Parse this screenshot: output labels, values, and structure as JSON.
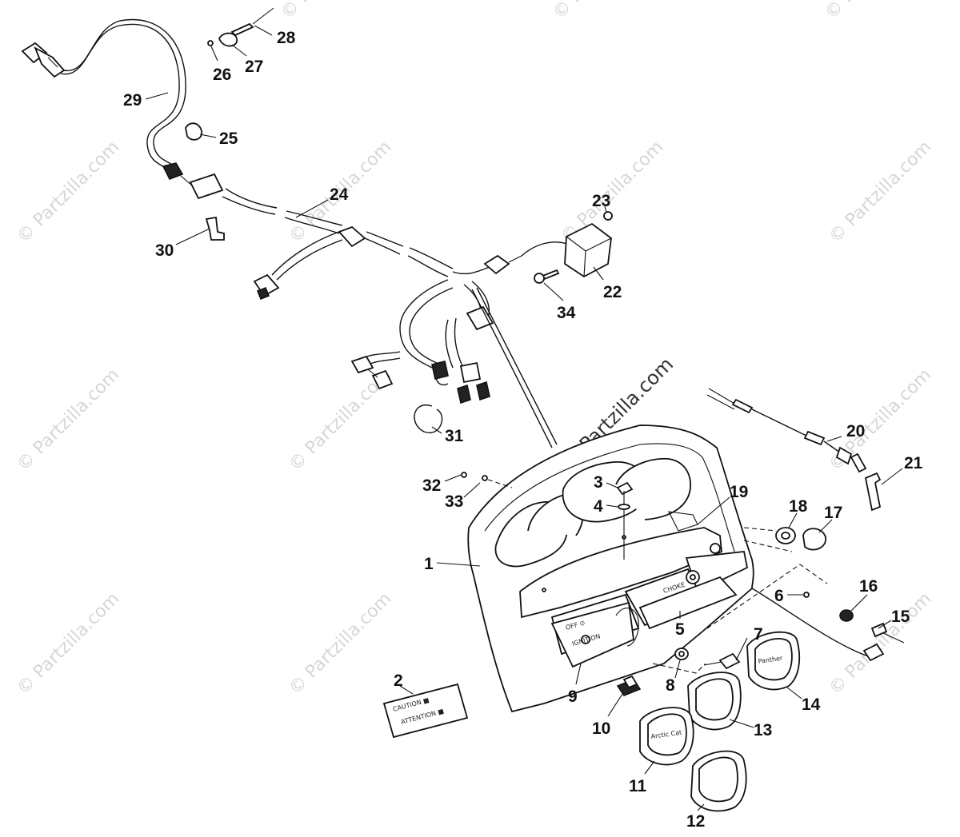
{
  "watermark": {
    "text": "© Partzilla.com",
    "main_text": "© Partzilla.com"
  },
  "decals": {
    "sticker_line1": "CAUTION ■",
    "sticker_line2": "ATTENTION ■",
    "panel_left_1": "OFF ⊙",
    "panel_left_2": "IGNITION",
    "panel_right": "CHOKE",
    "gauge_11": "Arctic Cat",
    "gauge_14": "Panther"
  },
  "callouts": [
    {
      "id": "c1",
      "label": "1"
    },
    {
      "id": "c2",
      "label": "2"
    },
    {
      "id": "c3",
      "label": "3"
    },
    {
      "id": "c4",
      "label": "4"
    },
    {
      "id": "c5",
      "label": "5"
    },
    {
      "id": "c6",
      "label": "6"
    },
    {
      "id": "c7",
      "label": "7"
    },
    {
      "id": "c8",
      "label": "8"
    },
    {
      "id": "c9",
      "label": "9"
    },
    {
      "id": "c10",
      "label": "10"
    },
    {
      "id": "c11",
      "label": "11"
    },
    {
      "id": "c12",
      "label": "12"
    },
    {
      "id": "c13",
      "label": "13"
    },
    {
      "id": "c14",
      "label": "14"
    },
    {
      "id": "c15",
      "label": "15"
    },
    {
      "id": "c16",
      "label": "16"
    },
    {
      "id": "c17",
      "label": "17"
    },
    {
      "id": "c18",
      "label": "18"
    },
    {
      "id": "c19",
      "label": "19"
    },
    {
      "id": "c20",
      "label": "20"
    },
    {
      "id": "c21",
      "label": "21"
    },
    {
      "id": "c22",
      "label": "22"
    },
    {
      "id": "c23",
      "label": "23"
    },
    {
      "id": "c24",
      "label": "24"
    },
    {
      "id": "c25",
      "label": "25"
    },
    {
      "id": "c26",
      "label": "26"
    },
    {
      "id": "c27",
      "label": "27"
    },
    {
      "id": "c28",
      "label": "28"
    },
    {
      "id": "c29",
      "label": "29"
    },
    {
      "id": "c30",
      "label": "30"
    },
    {
      "id": "c31",
      "label": "31"
    },
    {
      "id": "c32",
      "label": "32"
    },
    {
      "id": "c33",
      "label": "33"
    },
    {
      "id": "c34",
      "label": "34"
    }
  ]
}
